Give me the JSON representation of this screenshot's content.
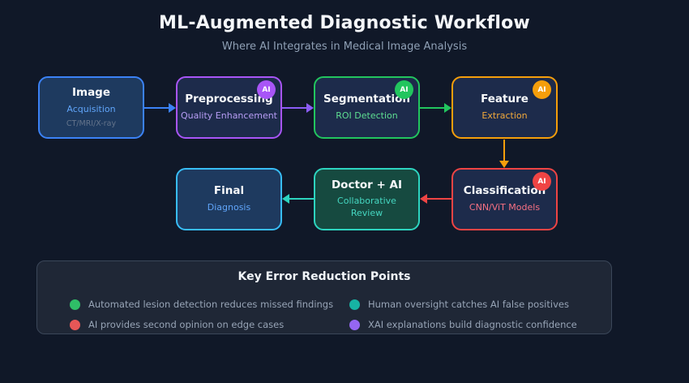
{
  "header": {
    "title": "ML-Augmented Diagnostic Workflow",
    "subtitle": "Where AI Integrates in Medical Image Analysis"
  },
  "flow": {
    "nodes": [
      {
        "id": "image-acquisition",
        "title": "Image",
        "subtitle": "Acquisition",
        "note": "CT/MRI/X-ray",
        "accent": "#3b82f6",
        "ai_assisted": false
      },
      {
        "id": "preprocessing",
        "title": "Preprocessing",
        "subtitle": "Quality Enhancement",
        "accent": "#a855f7",
        "ai_assisted": true,
        "ai_badge": "AI"
      },
      {
        "id": "segmentation",
        "title": "Segmentation",
        "subtitle": "ROI Detection",
        "accent": "#22c55e",
        "ai_assisted": true,
        "ai_badge": "AI"
      },
      {
        "id": "feature-extraction",
        "title": "Feature",
        "subtitle": "Extraction",
        "accent": "#f59e0b",
        "ai_assisted": true,
        "ai_badge": "AI"
      },
      {
        "id": "classification",
        "title": "Classification",
        "subtitle": "CNN/ViT Models",
        "accent": "#ef4444",
        "ai_assisted": true,
        "ai_badge": "AI"
      },
      {
        "id": "doctor-ai",
        "title": "Doctor + AI",
        "subtitle": "Collaborative Review",
        "accent": "#2dd4bf",
        "ai_assisted": false
      },
      {
        "id": "final-diagnosis",
        "title": "Final",
        "subtitle": "Diagnosis",
        "accent": "#38bdf8",
        "ai_assisted": false
      }
    ],
    "arrows": [
      {
        "from": "image-acquisition",
        "to": "preprocessing",
        "direction": "right",
        "color": "#3b82f6"
      },
      {
        "from": "preprocessing",
        "to": "segmentation",
        "direction": "right",
        "color": "#8b5cf6"
      },
      {
        "from": "segmentation",
        "to": "feature-extraction",
        "direction": "right",
        "color": "#22c55e"
      },
      {
        "from": "feature-extraction",
        "to": "classification",
        "direction": "down",
        "color": "#f59e0b"
      },
      {
        "from": "classification",
        "to": "doctor-ai",
        "direction": "left",
        "color": "#ef4444"
      },
      {
        "from": "doctor-ai",
        "to": "final-diagnosis",
        "direction": "left",
        "color": "#2dd4bf"
      }
    ]
  },
  "panel": {
    "title": "Key Error Reduction Points",
    "items": [
      {
        "color": "#2fbe67",
        "text": "Automated lesion detection reduces missed findings"
      },
      {
        "color": "#17b3a3",
        "text": "Human oversight catches AI false positives"
      },
      {
        "color": "#e65757",
        "text": "AI provides second opinion on edge cases"
      },
      {
        "color": "#9566f2",
        "text": "XAI explanations build diagnostic confidence"
      }
    ]
  },
  "palette": {
    "background": "#101828",
    "panel_background": "#1f2736",
    "box_fill_navy": "#1d2b4b",
    "box_fill_blue": "#1e3a5f",
    "box_fill_teal": "#164a40",
    "title_text": "#f5f7fa",
    "muted_text": "#8fa0b5"
  }
}
